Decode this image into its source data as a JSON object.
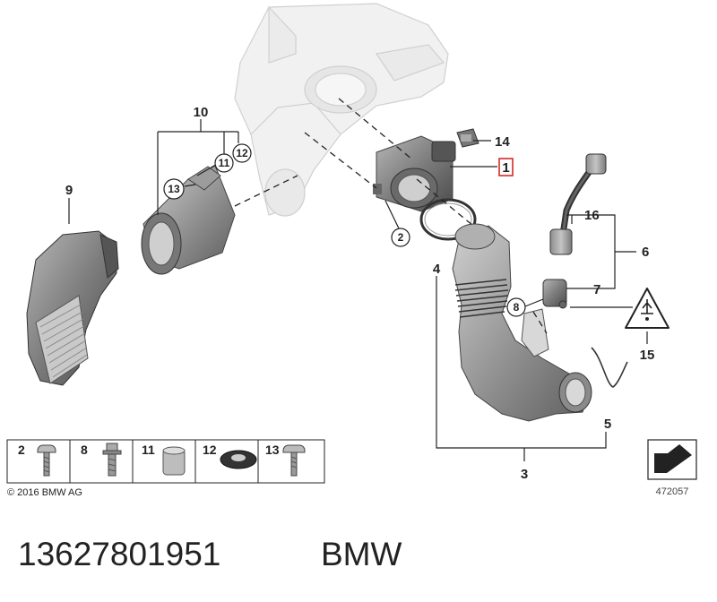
{
  "callouts": {
    "c1": "1",
    "c2": "2",
    "c3": "3",
    "c4": "4",
    "c5": "5",
    "c6": "6",
    "c7": "7",
    "c8": "8",
    "c9": "9",
    "c10": "10",
    "c11": "11",
    "c12": "12",
    "c13": "13",
    "c14": "14",
    "c15": "15",
    "c16": "16"
  },
  "legend": {
    "items": [
      "2",
      "8",
      "11",
      "12",
      "13"
    ]
  },
  "copyright": "© 2016 BMW AG",
  "diagram_number": "472057",
  "part_number": "13627801951",
  "brand": "BMW",
  "colors": {
    "highlight": "#d42a2a",
    "line": "#222222",
    "part_gray": "#9a9a9a",
    "ghost_gray": "#e6e6e6"
  },
  "icons": {
    "warning": "warning-triangle-icon",
    "arrow": "navigation-arrow-icon"
  }
}
